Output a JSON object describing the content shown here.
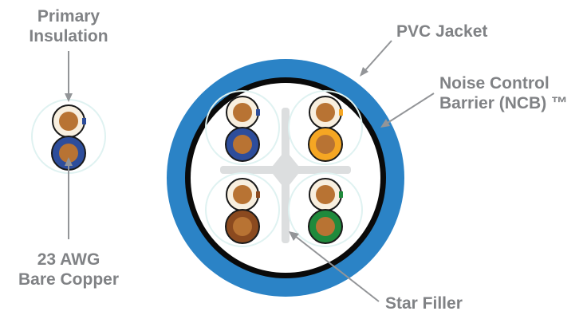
{
  "labels": {
    "primary_insulation": [
      "Primary",
      "Insulation"
    ],
    "awg_copper": [
      "23 AWG",
      "Bare Copper"
    ],
    "pvc_jacket": "PVC Jacket",
    "noise_control_barrier": [
      "Noise Control",
      "Barrier (NCB) ™"
    ],
    "star_filler": "Star Filler"
  },
  "colors": {
    "label_text": "#808285",
    "leader_line": "#939598",
    "jacket_blue": "#2b83c6",
    "barrier_black": "#0a0a0a",
    "inner_fill": "#ffffff",
    "star_filler": "#dcdedf",
    "pair_outline": "#dff2f1",
    "copper": "#b87333",
    "white_insulation": "#f8efdf",
    "pair_colors": {
      "blue": "#2d4d9b",
      "orange": "#f5a623",
      "brown": "#8b4a1f",
      "green": "#1f8a3c"
    }
  },
  "pairs": [
    {
      "name": "blue-pair",
      "color": "blue"
    },
    {
      "name": "orange-pair",
      "color": "orange"
    },
    {
      "name": "brown-pair",
      "color": "brown"
    },
    {
      "name": "green-pair",
      "color": "green"
    }
  ]
}
